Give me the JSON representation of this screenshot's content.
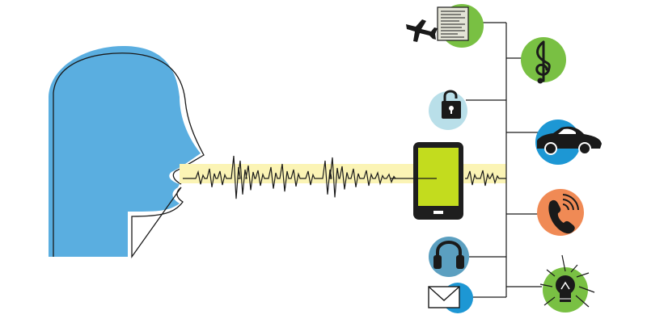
{
  "scene": {
    "subject": "person-speaking-profile",
    "signal": "voice-waveform",
    "hub": "smartphone",
    "colors": {
      "head": "#5aaee0",
      "wave_glow": "#fbf4b5",
      "phone_body": "#1e1e1e",
      "phone_screen": "#c3dc1e",
      "green": "#79c043",
      "lightblue": "#b9dfe9",
      "blue": "#1d97d4",
      "orange": "#f08a55",
      "steelblue": "#5b9fc0",
      "ink": "#1a1a1a"
    }
  },
  "devices": [
    {
      "icon": "airplane-mode-icon",
      "circle": "green"
    },
    {
      "icon": "music-note-icon",
      "circle": "green"
    },
    {
      "icon": "unlock-icon",
      "circle": "lightblue"
    },
    {
      "icon": "car-icon",
      "circle": "blue"
    },
    {
      "icon": "phone-call-icon",
      "circle": "orange"
    },
    {
      "icon": "headphones-icon",
      "circle": "steelblue"
    },
    {
      "icon": "email-icon",
      "circle": "blue"
    },
    {
      "icon": "lightbulb-icon",
      "circle": "green"
    }
  ]
}
